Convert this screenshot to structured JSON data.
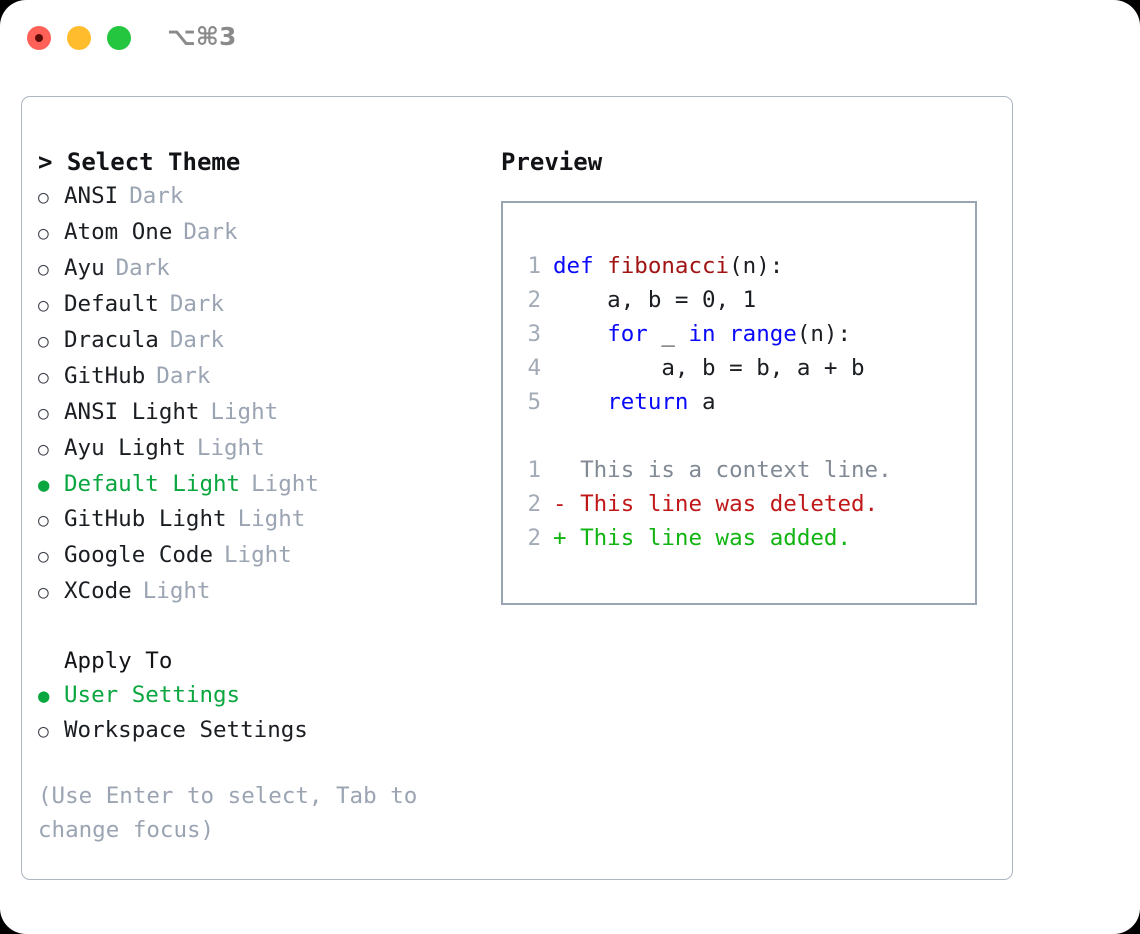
{
  "titlebar": {
    "shortcut": "⌥⌘3",
    "lights": [
      {
        "name": "close",
        "color": "#ff6159"
      },
      {
        "name": "minimize",
        "color": "#ffbd2e"
      },
      {
        "name": "maximize",
        "color": "#24c63f"
      }
    ]
  },
  "theme_picker": {
    "title": "> Select Theme",
    "items": [
      {
        "marker": "○",
        "label": "ANSI",
        "badge": "Dark",
        "selected": false
      },
      {
        "marker": "○",
        "label": "Atom One",
        "badge": "Dark",
        "selected": false
      },
      {
        "marker": "○",
        "label": "Ayu",
        "badge": "Dark",
        "selected": false
      },
      {
        "marker": "○",
        "label": "Default",
        "badge": "Dark",
        "selected": false
      },
      {
        "marker": "○",
        "label": "Dracula",
        "badge": "Dark",
        "selected": false
      },
      {
        "marker": "○",
        "label": "GitHub",
        "badge": "Dark",
        "selected": false
      },
      {
        "marker": "○",
        "label": "ANSI Light",
        "badge": "Light",
        "selected": false
      },
      {
        "marker": "○",
        "label": "Ayu Light",
        "badge": "Light",
        "selected": false
      },
      {
        "marker": "●",
        "label": "Default Light",
        "badge": "Light",
        "selected": true
      },
      {
        "marker": "○",
        "label": "GitHub Light",
        "badge": "Light",
        "selected": false
      },
      {
        "marker": "○",
        "label": "Google Code",
        "badge": "Light",
        "selected": false
      },
      {
        "marker": "○",
        "label": "XCode",
        "badge": "Light",
        "selected": false
      }
    ]
  },
  "apply_to": {
    "title": "Apply To",
    "items": [
      {
        "marker": "●",
        "label": "User Settings",
        "selected": true
      },
      {
        "marker": "○",
        "label": "Workspace Settings",
        "selected": false
      }
    ]
  },
  "hint": "(Use Enter to select, Tab to change focus)",
  "preview": {
    "title": "Preview",
    "code_lines": [
      {
        "number": "1",
        "tokens": [
          {
            "text": "def ",
            "cls": "kw"
          },
          {
            "text": "fibonacci",
            "cls": "fn"
          },
          {
            "text": "(n):",
            "cls": "plain"
          }
        ]
      },
      {
        "number": "2",
        "tokens": [
          {
            "text": "    a, b = 0, 1",
            "cls": "plain"
          }
        ]
      },
      {
        "number": "3",
        "tokens": [
          {
            "text": "    ",
            "cls": "plain"
          },
          {
            "text": "for",
            "cls": "kw"
          },
          {
            "text": " _ ",
            "cls": "plain"
          },
          {
            "text": "in",
            "cls": "kw"
          },
          {
            "text": " ",
            "cls": "plain"
          },
          {
            "text": "range",
            "cls": "kw"
          },
          {
            "text": "(n):",
            "cls": "plain"
          }
        ]
      },
      {
        "number": "4",
        "tokens": [
          {
            "text": "        a, b = b, a + b",
            "cls": "plain"
          }
        ]
      },
      {
        "number": "5",
        "tokens": [
          {
            "text": "    ",
            "cls": "plain"
          },
          {
            "text": "return",
            "cls": "kw"
          },
          {
            "text": " a",
            "cls": "plain"
          }
        ]
      }
    ],
    "diff_lines": [
      {
        "number": "1",
        "text": "  This is a context line.",
        "cls": "ctx"
      },
      {
        "number": "2",
        "text": "- This line was deleted.",
        "cls": "del"
      },
      {
        "number": "2",
        "text": "+ This line was added.",
        "cls": "add"
      }
    ]
  },
  "colors": {
    "accent_green": "#0aa63f",
    "muted": "#9ba4b2",
    "border": "#9aa5b4",
    "card_border": "#aeb6c2",
    "keyword": "#0a0afa",
    "function": "#a01414",
    "diff_add": "#11b411",
    "diff_del": "#c01818",
    "line_number": "#a3abb7"
  }
}
